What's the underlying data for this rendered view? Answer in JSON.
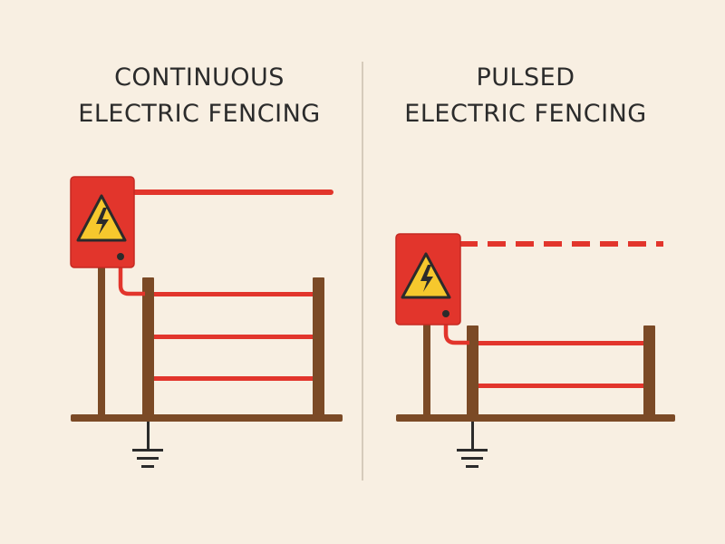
{
  "colors": {
    "background": "#f8efe2",
    "divider": "#d6cbbb",
    "title_text": "#2b2b2b",
    "energizer_box": "#e2352c",
    "energizer_box_outline": "#c52a22",
    "live_wire": "#e2352c",
    "wood": "#7b4a26",
    "warning_yellow": "#f6c82d",
    "warning_outline": "#2b2b2b",
    "ground_symbol": "#2b2b2b"
  },
  "panels": {
    "left": {
      "title_line1": "CONTINUOUS",
      "title_line2": "ELECTRIC FENCING",
      "wire_style": "solid",
      "warning_icon": "high-voltage-warning-icon"
    },
    "right": {
      "title_line1": "PULSED",
      "title_line2": "ELECTRIC FENCING",
      "wire_style": "dashed",
      "warning_icon": "high-voltage-warning-icon"
    }
  }
}
